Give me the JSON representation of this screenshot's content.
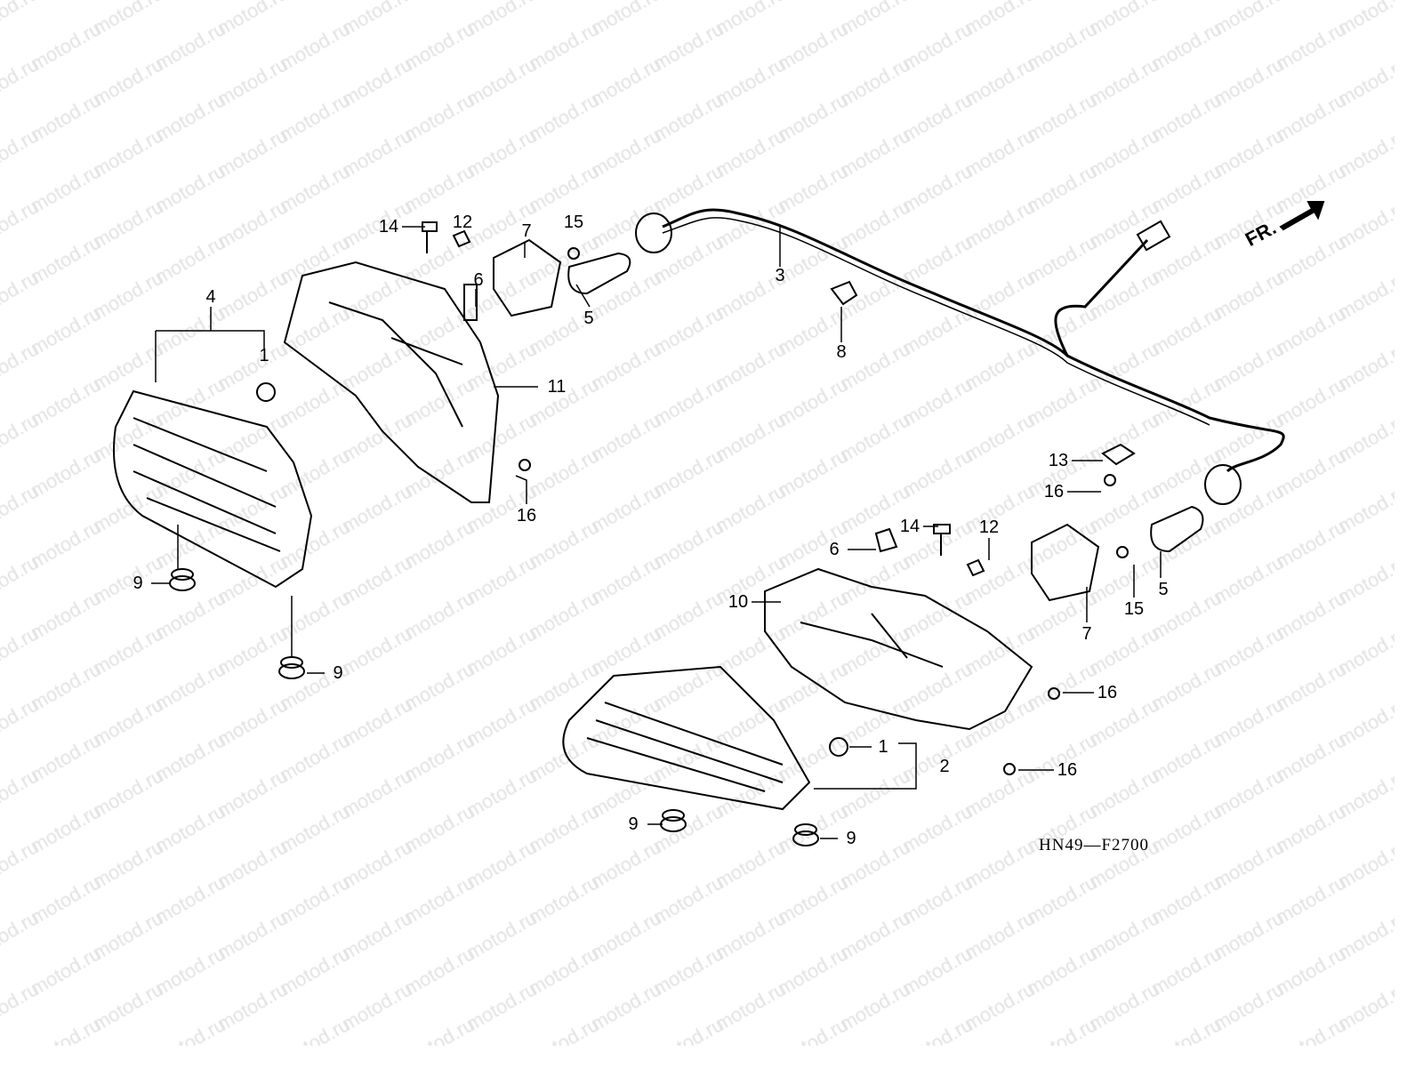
{
  "diagram": {
    "watermark": "motod.ru",
    "code": "HN49—F2700",
    "direction": "FR.",
    "callouts": {
      "c14a": "14",
      "c12a": "12",
      "c7a": "7",
      "c15a": "15",
      "c6a": "6",
      "c5a": "5",
      "c3": "3",
      "c8": "8",
      "c4": "4",
      "c1a": "1",
      "c11": "11",
      "c16a": "16",
      "c9a": "9",
      "c9b": "9",
      "c13": "13",
      "c16b": "16",
      "c14b": "14",
      "c12b": "12",
      "c6b": "6",
      "c10": "10",
      "c15b": "15",
      "c7b": "7",
      "c5b": "5",
      "c16c": "16",
      "c1b": "1",
      "c2": "2",
      "c16d": "16",
      "c9c": "9",
      "c9d": "9"
    }
  }
}
